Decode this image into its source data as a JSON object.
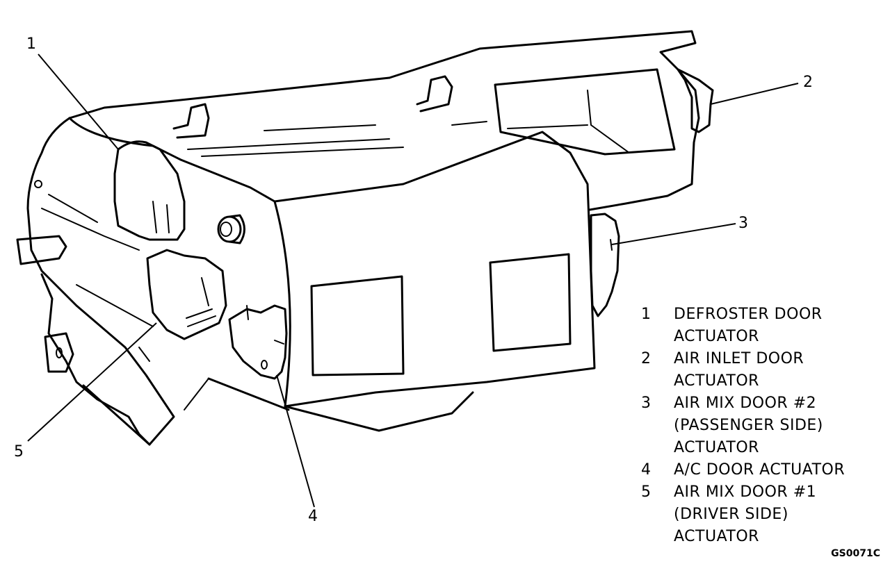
{
  "callouts": [
    "1",
    "2",
    "3",
    "4",
    "5"
  ],
  "legend": [
    {
      "num": "1",
      "lines": [
        "DEFROSTER DOOR",
        "ACTUATOR"
      ]
    },
    {
      "num": "2",
      "lines": [
        "AIR INLET DOOR",
        "ACTUATOR"
      ]
    },
    {
      "num": "3",
      "lines": [
        "AIR MIX DOOR #2",
        "(PASSENGER SIDE)",
        "ACTUATOR"
      ]
    },
    {
      "num": "4",
      "lines": [
        "A/C DOOR ACTUATOR"
      ]
    },
    {
      "num": "5",
      "lines": [
        "AIR MIX DOOR #1",
        "(DRIVER SIDE)",
        "ACTUATOR"
      ]
    }
  ],
  "figure_id": "GS0071C"
}
